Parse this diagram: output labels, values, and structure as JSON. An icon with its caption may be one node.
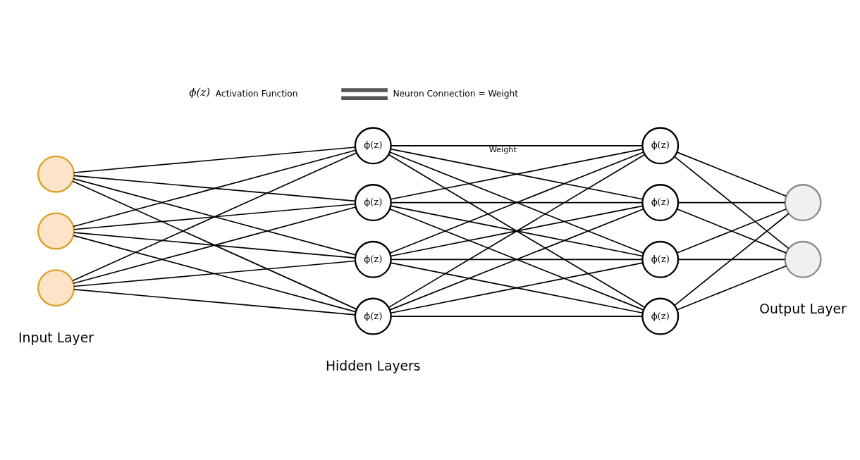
{
  "diagram": {
    "nodes": [
      {
        "text": [],
        "shape": "circle"
      },
      {
        "text": [],
        "shape": "circle"
      },
      {
        "text": [],
        "shape": "circle"
      },
      {
        "text": [
          "ϕ(z)"
        ]
      },
      {
        "text": [
          "ϕ(z)"
        ]
      },
      {
        "text": [
          "ϕ(z)"
        ]
      },
      {
        "text": [
          "ϕ(z)"
        ]
      },
      {
        "text": [
          "ϕ(z)"
        ]
      },
      {
        "text": [
          "ϕ(z)"
        ]
      },
      {
        "text": [
          "ϕ(z)"
        ]
      },
      {
        "text": [
          "ϕ(z)"
        ]
      },
      {
        "text": [],
        "shape": "circle"
      },
      {
        "text": [],
        "shape": "circle"
      }
    ],
    "edges": [
      {
        "from": 0,
        "to": 3,
        "arrow": "none"
      },
      {
        "from": 0,
        "to": 4,
        "arrow": "none"
      },
      {
        "from": 0,
        "to": 5,
        "arrow": "none"
      },
      {
        "from": 0,
        "to": 6,
        "arrow": "none"
      },
      {
        "from": 1,
        "to": 3,
        "arrow": "none"
      },
      {
        "from": 1,
        "to": 4,
        "arrow": "none"
      },
      {
        "from": 1,
        "to": 5,
        "arrow": "none"
      },
      {
        "from": 1,
        "to": 6,
        "arrow": "none"
      },
      {
        "from": 2,
        "to": 3,
        "arrow": "none"
      },
      {
        "from": 2,
        "to": 4,
        "arrow": "none"
      },
      {
        "from": 2,
        "to": 5,
        "arrow": "none"
      },
      {
        "from": 2,
        "to": 6,
        "arrow": "none"
      },
      {
        "from": 3,
        "to": 7,
        "arrow": "none",
        "label": "Weight"
      },
      {
        "from": 3,
        "to": 8,
        "arrow": "none"
      },
      {
        "from": 3,
        "to": 9,
        "arrow": "none"
      },
      {
        "from": 3,
        "to": 10,
        "arrow": "none"
      },
      {
        "from": 4,
        "to": 7,
        "arrow": "none"
      },
      {
        "from": 4,
        "to": 8,
        "arrow": "none"
      },
      {
        "from": 4,
        "to": 9,
        "arrow": "none"
      },
      {
        "from": 4,
        "to": 10,
        "arrow": "none"
      },
      {
        "from": 5,
        "to": 7,
        "arrow": "none"
      },
      {
        "from": 5,
        "to": 8,
        "arrow": "none"
      },
      {
        "from": 5,
        "to": 9,
        "arrow": "none"
      },
      {
        "from": 5,
        "to": 10,
        "arrow": "none"
      },
      {
        "from": 6,
        "to": 7,
        "arrow": "none"
      },
      {
        "from": 6,
        "to": 8,
        "arrow": "none"
      },
      {
        "from": 6,
        "to": 9,
        "arrow": "none"
      },
      {
        "from": 6,
        "to": 10,
        "arrow": "none"
      },
      {
        "from": 7,
        "to": 11,
        "arrow": "none"
      },
      {
        "from": 7,
        "to": 12,
        "arrow": "none"
      },
      {
        "from": 8,
        "to": 11,
        "arrow": "none"
      },
      {
        "from": 8,
        "to": 12,
        "arrow": "none"
      },
      {
        "from": 9,
        "to": 11,
        "arrow": "none"
      },
      {
        "from": 9,
        "to": 12,
        "arrow": "none"
      },
      {
        "from": 10,
        "to": 11,
        "arrow": "none"
      },
      {
        "from": 10,
        "to": 12,
        "arrow": "none"
      }
    ],
    "labels": [
      "ϕ(z)",
      "Input Layer",
      "Hidden Layers",
      "Output Layer"
    ],
    "legend": [
      {
        "text": "Activation Function"
      },
      {
        "text": "Neuron Connection = Weight"
      }
    ]
  }
}
